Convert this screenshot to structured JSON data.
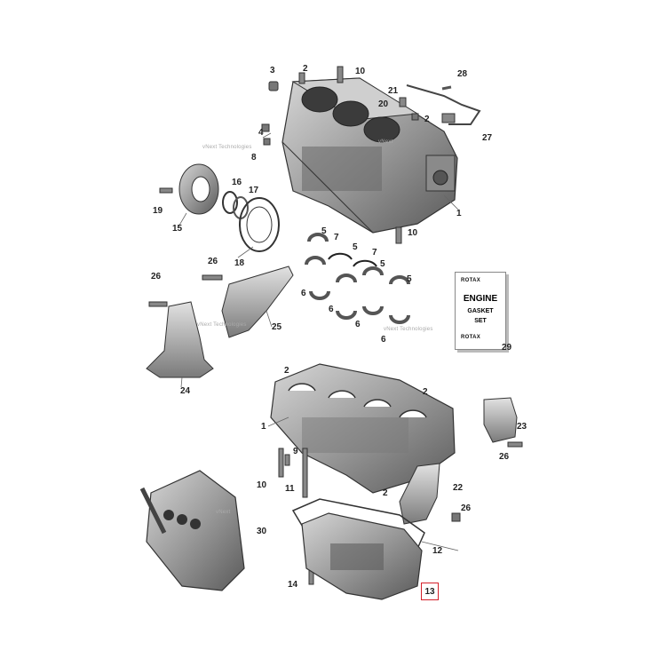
{
  "watermark": "vNext Technologies",
  "watermark_mark": "vNext",
  "gasket_card": {
    "brand": "ROTAX",
    "title": "ENGINE",
    "line1": "GASKET",
    "line2": "SET"
  },
  "callouts": {
    "c1a": "1",
    "c1b": "1",
    "c2a": "2",
    "c2b": "2",
    "c2c": "2",
    "c2d": "2",
    "c2e": "2",
    "c3": "3",
    "c4": "4",
    "c5a": "5",
    "c5b": "5",
    "c5c": "5",
    "c5d": "5",
    "c6a": "6",
    "c6b": "6",
    "c6c": "6",
    "c6d": "6",
    "c7a": "7",
    "c7b": "7",
    "c8": "8",
    "c9": "9",
    "c10a": "10",
    "c10b": "10",
    "c10c": "10",
    "c11": "11",
    "c12": "12",
    "c13": "13",
    "c14": "14",
    "c15": "15",
    "c16": "16",
    "c17": "17",
    "c18": "18",
    "c19": "19",
    "c20": "20",
    "c21": "21",
    "c22": "22",
    "c23": "23",
    "c24": "24",
    "c25": "25",
    "c26a": "26",
    "c26b": "26",
    "c26c": "26",
    "c27": "27",
    "c28": "28",
    "c29": "29",
    "c30": "30"
  },
  "highlighted_part": "13",
  "colors": {
    "highlight": "#d4202a",
    "part_dark": "#4a4a4a",
    "part_light": "#bdbdbd"
  }
}
